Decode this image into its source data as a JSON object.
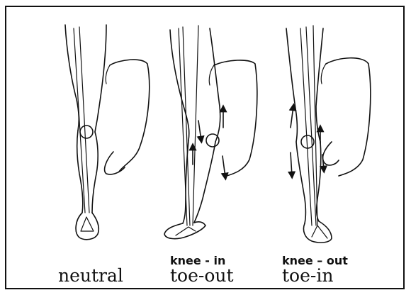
{
  "figures": [
    {
      "id": "neutral",
      "label": "neutral"
    },
    {
      "id": "knee-in-toe-out",
      "label_top": "knee - in",
      "label_bottom": "toe-out"
    },
    {
      "id": "knee-out-toe-in",
      "label_top": "knee – out",
      "label_bottom": "toe-in"
    }
  ],
  "colors": {
    "line": "#111111",
    "background": "#ffffff"
  }
}
